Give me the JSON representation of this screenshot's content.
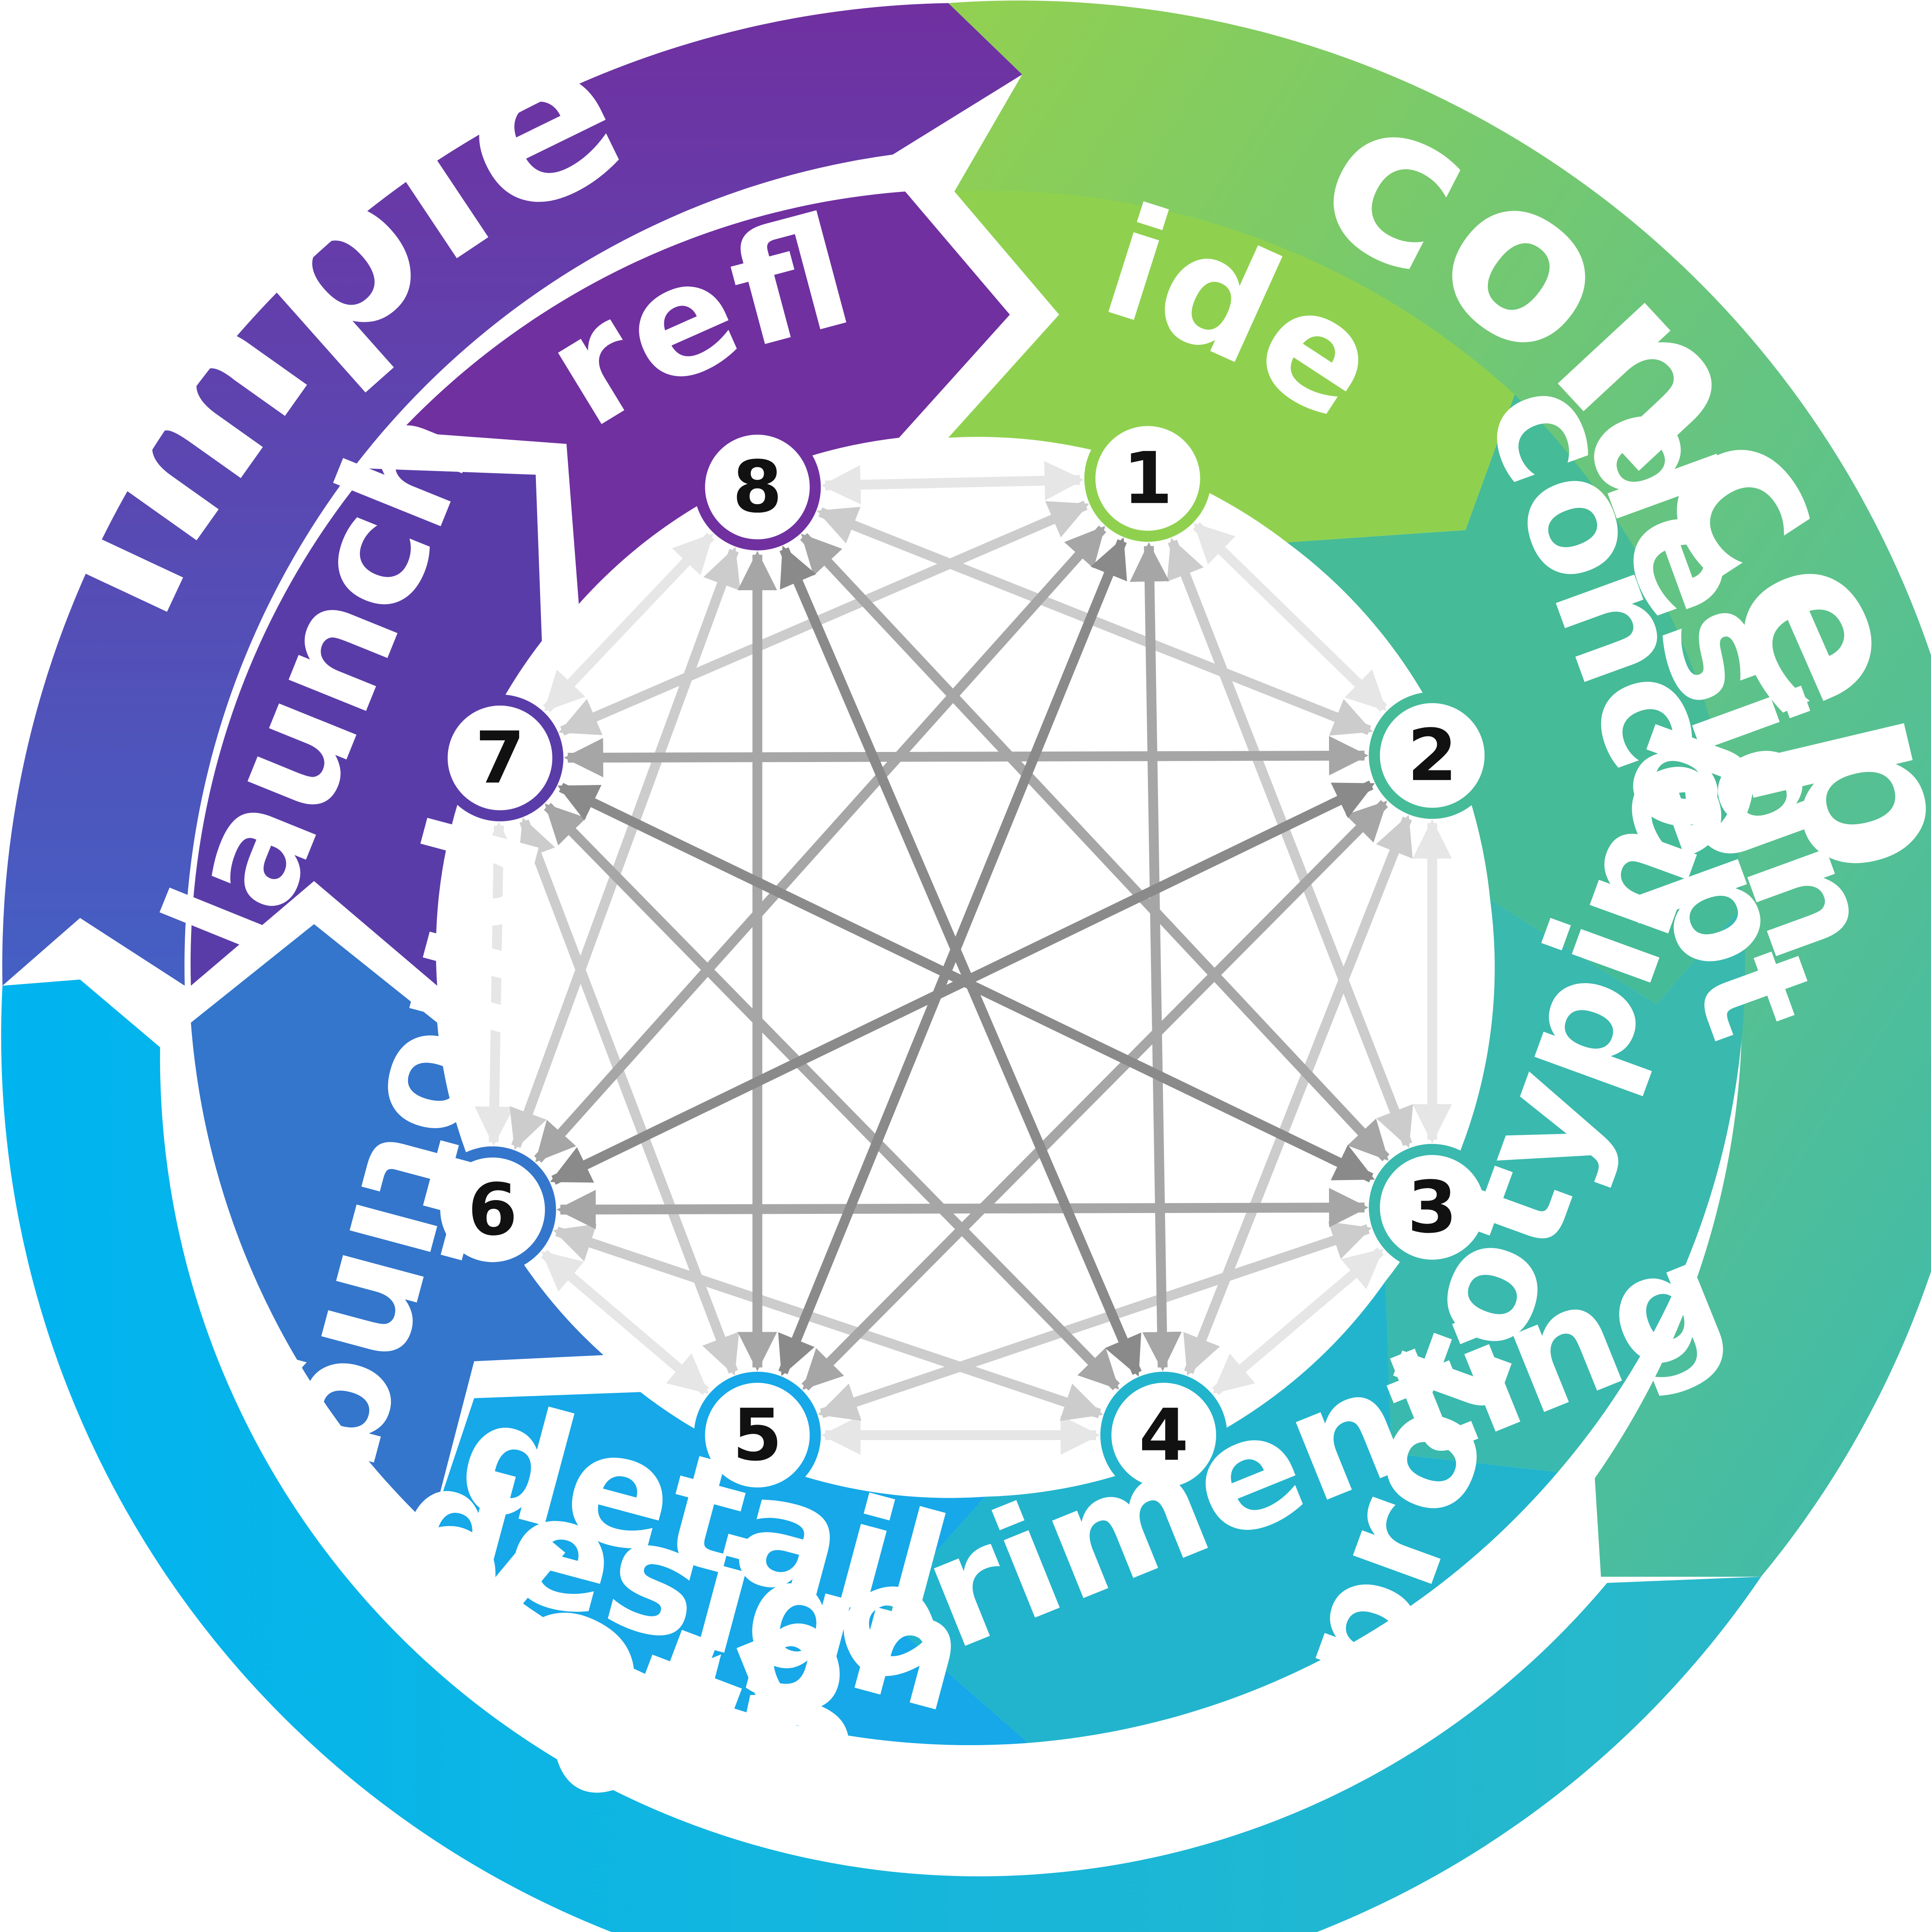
{
  "outer_ring": {
    "bands": [
      {
        "id": "concept",
        "label": "concept design",
        "color_start": "#92d050",
        "color_end": "#3fbfa0"
      },
      {
        "id": "detail",
        "label": "detail design",
        "color_start": "#00b4f0",
        "color_end": "#2ab8c8"
      },
      {
        "id": "implementation",
        "label": "implementation",
        "color_start": "#7030a0",
        "color_end": "#4a5cc0"
      }
    ]
  },
  "stages": [
    {
      "number": "1",
      "label": "ideation",
      "color": "#8fd14f"
    },
    {
      "number": "2",
      "label_lines": [
        "concept",
        "design"
      ],
      "color": "#45bb98"
    },
    {
      "number": "3",
      "label": "prototyping",
      "color": "#3ab9ae"
    },
    {
      "number": "4",
      "label": "experimenting",
      "color": "#22b4cc"
    },
    {
      "number": "5",
      "label_lines": [
        "detail",
        "design"
      ],
      "color": "#16a8e8"
    },
    {
      "number": "6",
      "label": "piloting",
      "color": "#3376cc"
    },
    {
      "number": "7",
      "label": "launch",
      "color": "#5a3ca8"
    },
    {
      "number": "8",
      "label": "reflection",
      "color": "#7030a0"
    }
  ],
  "connections": {
    "description_colors": {
      "adjacent": "#e6e6e6",
      "skip_two": "#cccccc",
      "skip_three": "#a6a6a6",
      "opposite": "#8a8a8a"
    }
  }
}
